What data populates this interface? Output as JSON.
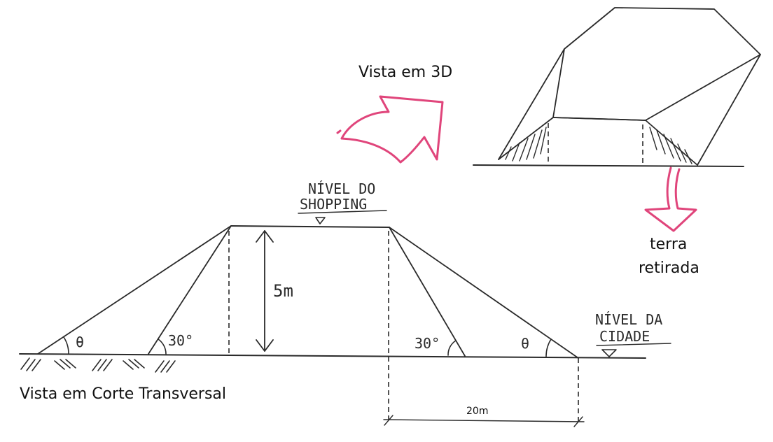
{
  "labels": {
    "view_3d": "Vista em 3D",
    "cross_section": "Vista em Corte Transversal",
    "shopping_level_line1": "NÍVEL DO",
    "shopping_level_line2": "SHOPPING",
    "city_level_line1": "NÍVEL DA",
    "city_level_line2": "CIDADE",
    "removed_earth_line1": "terra",
    "removed_earth_line2": "retirada",
    "height": "5m",
    "width": "20m",
    "angle_theta": "θ",
    "angle_30": "30°"
  },
  "colors": {
    "ink": "#2a2a2a",
    "accent_arrow": "#e0457b"
  },
  "icons": {
    "view_arrow": "curved-arrow-icon",
    "removed_earth_arrow": "down-arrow-icon",
    "level_marker": "level-triangle-icon"
  }
}
